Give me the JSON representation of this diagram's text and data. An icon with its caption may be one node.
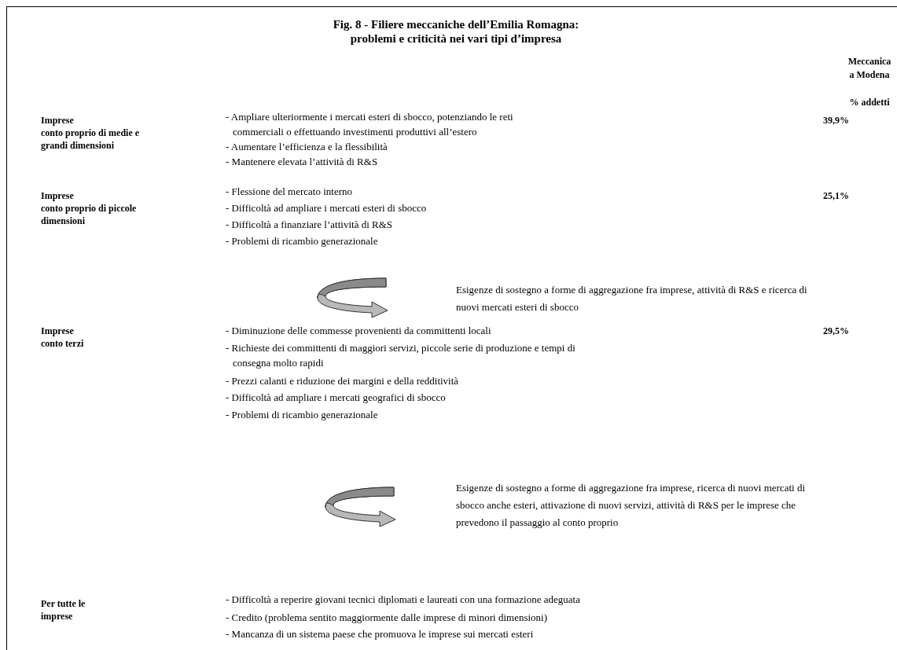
{
  "diagram": {
    "title": "Fig. 8 - Filiere meccaniche dell’Emilia Romagna: problemi e criticità nei vari tipi d’impresa",
    "labels": [
      "Meccanica a Modena",
      "% addetti",
      "Imprese",
      "conto proprio di medie e grandi dimensioni",
      "- Ampliare ulteriormente i mercati esteri di sbocco, potenziando le reti commerciali o effettuando investimenti produttivi all’estero",
      "- Aumentare l’efficienza e la flessibilità",
      "- Mantenere elevata l’attività di R&S",
      "39,9%",
      "Imprese",
      "conto proprio di piccole dimensioni",
      "- Flessione del mercato interno",
      "- Difficoltà ad ampliare i mercati esteri di sbocco",
      "- Difficoltà a finanziare l’attività di R&S",
      "- Problemi di ricambio generazionale",
      "25,1%",
      "Esigenze di sostegno a forme di aggregazione fra imprese, attività di R&S e ricerca di nuovi mercati esteri di sbocco",
      "Imprese",
      "conto terzi",
      "- Diminuzione delle commesse provenienti da committenti locali",
      "- Richieste dei committenti di maggiori servizi, piccole serie di produzione e tempi di consegna molto rapidi",
      "- Prezzi calanti e riduzione dei margini e della redditività",
      "- Difficoltà ad ampliare i mercati geografici di sbocco",
      "- Problemi di ricambio generazionale",
      "29,5%",
      "Esigenze di sostegno a forme di aggregazione fra imprese, ricerca di nuovi mercati di sbocco anche esteri, attivazione di nuovi servizi, attività di R&S per le imprese che prevedono il passaggio al conto proprio",
      "Per tutte le imprese",
      "- Difficoltà a reperire giovani tecnici diplomati e laureati con una formazione adeguata",
      "- Credito (problema sentito maggiormente dalle imprese di minori dimensioni)",
      "- Mancanza di un sistema paese che promuova le imprese sui mercati esteri"
    ]
  }
}
